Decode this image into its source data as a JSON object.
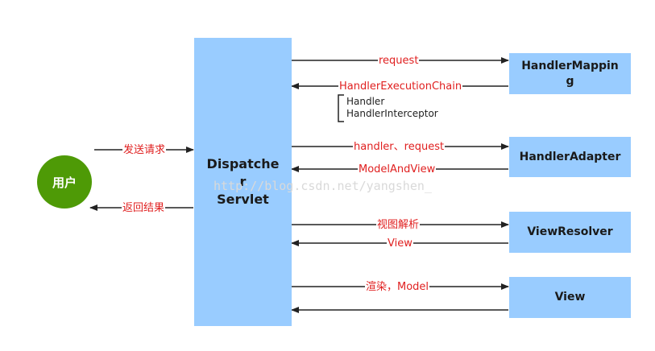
{
  "nodes": {
    "user": "用户",
    "dispatcher_line1": "Dispatche",
    "dispatcher_line2": "r",
    "dispatcher_line3": "Servlet",
    "handler_mapping_line1": "HandlerMappin",
    "handler_mapping_line2": "g",
    "handler_adapter": "HandlerAdapter",
    "view_resolver": "ViewResolver",
    "view": "View"
  },
  "edges": {
    "send_request": "发送请求",
    "return_result": "返回结果",
    "request": "request",
    "handler_execution_chain": "HandlerExecutionChain",
    "handler_request": "handler、request",
    "model_and_view": "ModelAndView",
    "view_parse": "视图解析",
    "view_return": "View",
    "render_model": "渲染，Model"
  },
  "chain_notes": {
    "handler": "Handler",
    "handler_interceptor": "HandlerInterceptor"
  },
  "watermark": "http://blog.csdn.net/yangshen_",
  "colors": {
    "box_fill": "#99ccff",
    "user_fill": "#4e9a06",
    "label_text": "#e02020",
    "arrow": "#222222"
  }
}
